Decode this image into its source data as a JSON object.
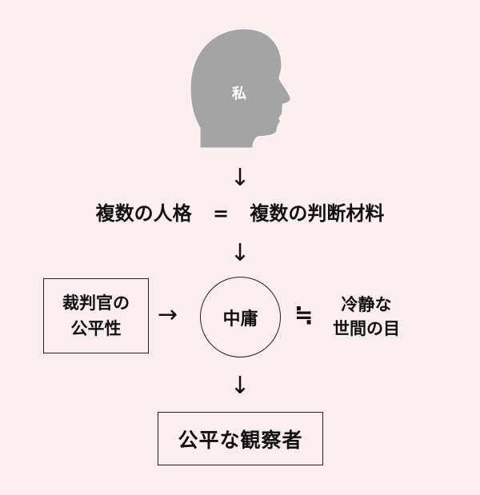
{
  "colors": {
    "background": "#fdeeee",
    "head": "#a5a4a5",
    "ink": "#111111"
  },
  "head": {
    "icon": "head-silhouette-icon",
    "label": "私"
  },
  "arrows": {
    "down": "↓",
    "right": "→"
  },
  "equation": {
    "left": "複数の人格",
    "operator": "=",
    "right": "複数の判断材料"
  },
  "middle_row": {
    "left_box": {
      "line1": "裁判官の",
      "line2": "公平性"
    },
    "circle_label": "中庸",
    "approx_symbol": "≒",
    "right_text": {
      "line1": "冷静な",
      "line2": "世間の目"
    }
  },
  "result_box": {
    "label": "公平な観察者"
  }
}
